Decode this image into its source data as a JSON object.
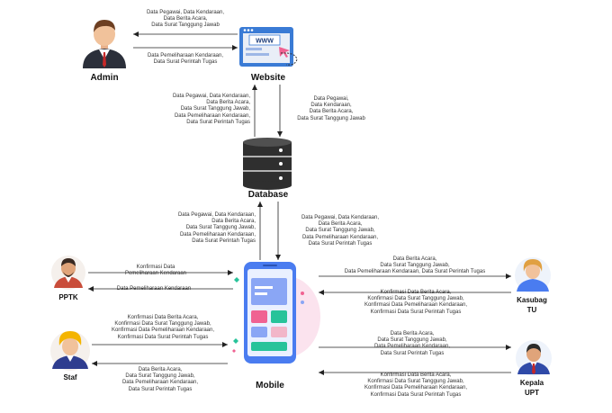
{
  "nodes": {
    "admin": "Admin",
    "website": "Website",
    "database": "Database",
    "mobile": "Mobile",
    "pptk": "PPTK",
    "staf": "Staf",
    "kasubag": "Kasubag\nTU",
    "kepala": "Kepala\nUPT"
  },
  "website_screen_text": "WWW",
  "flows": {
    "website_to_admin": "Data Pegawai, Data Kendaraan,\nData Berita Acara,\nData Surat Tanggung Jawab",
    "admin_to_website": "Data Pemeliharaan Kendaraan,\nData Surat Perintah Tugas",
    "db_to_website": "Data Pegawai, Data Kendaraan,\nData Berita Acara,\nData Surat Tanggung Jawab,\nData Pemeliharaan Kendaraan,\nData Surat Perintah Tugas",
    "website_to_db": "Data Pegawai,\nData Kendaraan,\nData Berita Acara,\nData Surat Tanggung Jawab",
    "mobile_to_db": "Data Pegawai, Data Kendaraan,\nData Berita Acara,\nData Surat Tanggung Jawab,\nData Pemeliharaan Kendaraan,\nData Surat Perintah Tugas",
    "db_to_mobile": "Data Pegawai, Data Kendaraan,\nData Berita Acara,\nData Surat Tanggung Jawab,\nData Pemeliharaan Kendaraan,\nData Surat Perintah Tugas",
    "pptk_to_mobile": "Konfirmasi Data\nPemeliharaan Kendaraan",
    "mobile_to_pptk": "Data Pemeliharaan Kendaraan",
    "staf_to_mobile": "Konfirmasi Data Berita Acara,\nKonfirmasi Data Surat Tanggung Jawab,\nKonfirmasi Data Pemeliharaan Kendaraan,\nKonfirmasi Data Surat Perintah Tugas",
    "mobile_to_staf": "Data Berita Acara,\nData Surat Tanggung Jawab,\nData Pemeliharaan Kendaraan,\nData Surat Perintah Tugas",
    "mobile_to_kasubag": "Data Berita Acara,\nData Surat Tanggung Jawab,\nData Pemeliharaan Kendaraan, Data Surat Perintah Tugas",
    "kasubag_to_mobile": "Konfirmasi Data Berita Acara,\nKonfirmasi Data Surat Tanggung Jawab,\nKonfirmasi Data Pemeliharaan Kendaraan,\nKonfirmasi Data Surat Perintah Tugas",
    "mobile_to_kepala": "Data Berita Acara,\nData Surat Tanggung Jawab,\nData Pemeliharaan Kendaraan,\nData Surat Perintah Tugas",
    "kepala_to_mobile": "Konfirmasi Data Berita Acara,\nKonfirmasi Data Surat Tanggung Jawab,\nKonfirmasi Data Pemeliharaan Kendaraan,\nKonfirmasi Data Surat Perintah Tugas"
  },
  "colors": {
    "arrow": "#222222",
    "website_frame": "#3a7bd5",
    "website_screen": "#e9eef7",
    "database_body": "#2f2f2f",
    "phone_body": "#4a7cf0",
    "phone_screen": "#eaf0ff",
    "phone_blob": "#fbe3ee",
    "accent_pink": "#f2b6c9",
    "accent_teal": "#27c39a"
  }
}
